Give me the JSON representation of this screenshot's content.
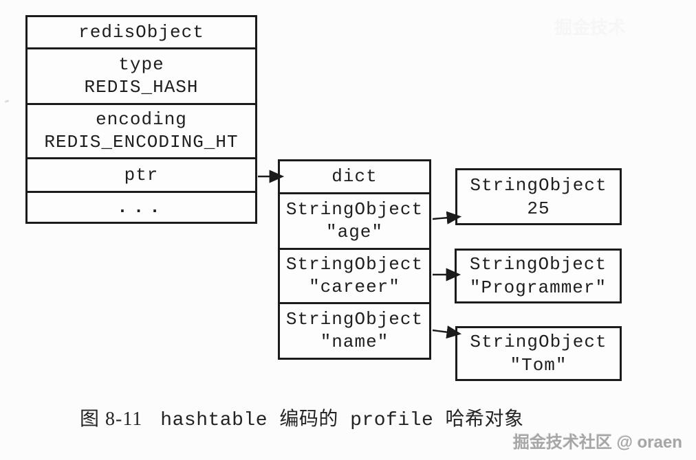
{
  "colors": {
    "background": "#fcfcfc",
    "ink": "#1e1e1e",
    "border": "#1b1b1b",
    "watermark_gray": "#a6a6a6"
  },
  "redis_object": {
    "header": "redisObject",
    "type_label": "type",
    "type_value": "REDIS_HASH",
    "encoding_label": "encoding",
    "encoding_value": "REDIS_ENCODING_HT",
    "ptr_label": "ptr",
    "ellipsis": "..."
  },
  "dict": {
    "header": "dict",
    "entries": [
      {
        "line1": "StringObject",
        "line2": "\"age\""
      },
      {
        "line1": "StringObject",
        "line2": "\"career\""
      },
      {
        "line1": "StringObject",
        "line2": "\"name\""
      }
    ]
  },
  "values": [
    {
      "line1": "StringObject",
      "line2": "25"
    },
    {
      "line1": "StringObject",
      "line2": "\"Programmer\""
    },
    {
      "line1": "StringObject",
      "line2": "\"Tom\""
    }
  ],
  "caption": {
    "figure_label": "图 8-11",
    "figure_title": "hashtable 编码的 profile 哈希对象"
  },
  "watermark": "掘金技术社区 @ oraen",
  "faint_watermark": "掘金技术"
}
